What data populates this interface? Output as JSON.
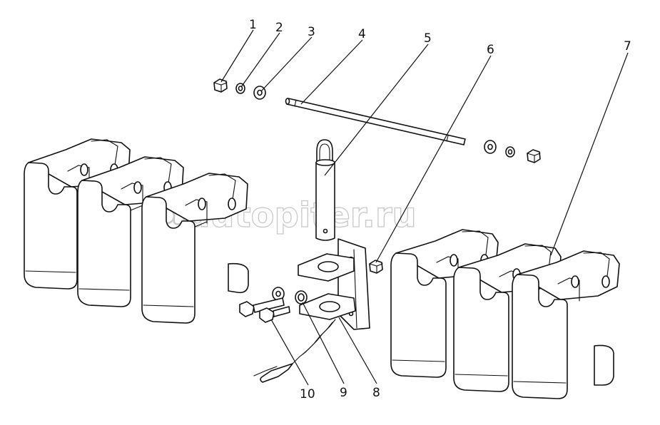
{
  "watermark": {
    "text": "autopiter.ru",
    "icon": "at-logo-icon"
  },
  "callouts": [
    {
      "id": "1",
      "label": "1"
    },
    {
      "id": "2",
      "label": "2"
    },
    {
      "id": "3",
      "label": "3"
    },
    {
      "id": "4",
      "label": "4"
    },
    {
      "id": "5",
      "label": "5"
    },
    {
      "id": "6",
      "label": "6"
    },
    {
      "id": "7",
      "label": "7"
    },
    {
      "id": "8",
      "label": "8"
    },
    {
      "id": "9",
      "label": "9"
    },
    {
      "id": "10",
      "label": "10"
    }
  ],
  "colors": {
    "line": "#111111",
    "watermark": "#c8c8c8",
    "background": "#ffffff"
  }
}
